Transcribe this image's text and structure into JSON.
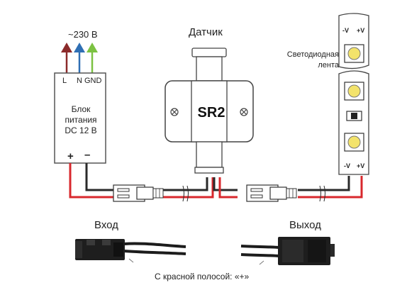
{
  "colors": {
    "wire_red": "#d8282d",
    "wire_black": "#2a2a2a",
    "arrow_L": "#8b2a2a",
    "arrow_N": "#2f6fb4",
    "arrow_GND": "#7cc242",
    "led_yellow": "#f3e36b",
    "connector_dark": "#2b2b2b"
  },
  "power_supply": {
    "mains_label": "~230 В",
    "terminals": {
      "L": "L",
      "N": "N",
      "GND": "GND"
    },
    "title": "Блок питания DC 12 В",
    "plus": "+",
    "minus": "–"
  },
  "sensor": {
    "title": "Датчик",
    "model": "SR2"
  },
  "led_strip": {
    "title": "Светодиодная лента",
    "top_minus": "-V",
    "top_plus": "+V",
    "bottom_minus": "-V",
    "bottom_plus": "+V"
  },
  "connectors": {
    "input_label": "Вход",
    "output_label": "Выход",
    "note": "С красной полосой: «+»"
  },
  "icons": {
    "arrow": "up-arrow-icon",
    "screw": "screw-icon",
    "led_chip": "smd-led-icon",
    "resistor": "resistor-icon"
  }
}
